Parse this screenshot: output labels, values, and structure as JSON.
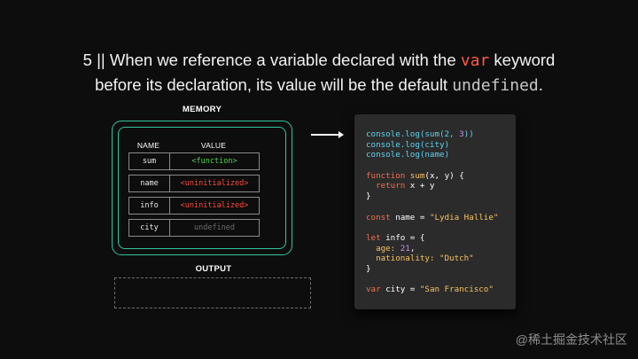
{
  "heading": {
    "line1_prefix": "5 || When we reference a variable declared with the ",
    "line1_keyword": "var",
    "line1_suffix": " keyword",
    "line2_prefix": "before its declaration, its value will be the default ",
    "line2_keyword": "undefined",
    "line2_suffix": "."
  },
  "memory": {
    "title": "MEMORY",
    "col_name": "NAME",
    "col_value": "VALUE",
    "rows": [
      {
        "name": "sum",
        "value": "<function>",
        "color": "#54d454"
      },
      {
        "name": "name",
        "value": "<uninitialized>",
        "color": "#ff4a3d"
      },
      {
        "name": "info",
        "value": "<uninitialized>",
        "color": "#ff4a3d"
      },
      {
        "name": "city",
        "value": "undefined",
        "color": "#6c6c6c"
      }
    ]
  },
  "output": {
    "title": "OUTPUT"
  },
  "code": {
    "lines": [
      [
        {
          "t": "console.log(sum(2, ",
          "c": "#5ed3ef"
        },
        {
          "t": "3",
          "c": "#c792ea"
        },
        {
          "t": "))",
          "c": "#5ed3ef"
        }
      ],
      [
        {
          "t": "console.log(city)",
          "c": "#5ed3ef"
        }
      ],
      [
        {
          "t": "console.log(name)",
          "c": "#5ed3ef"
        }
      ],
      [],
      [
        {
          "t": "function ",
          "c": "#f46e4b"
        },
        {
          "t": "sum",
          "c": "#f9c35f"
        },
        {
          "t": "(",
          "c": "#ffffff"
        },
        {
          "t": "x",
          "c": "#ffffff"
        },
        {
          "t": ", ",
          "c": "#ffffff"
        },
        {
          "t": "y",
          "c": "#ffffff"
        },
        {
          "t": ") {",
          "c": "#ffffff"
        }
      ],
      [
        {
          "t": "  return ",
          "c": "#f46e4b"
        },
        {
          "t": "x + y",
          "c": "#ffffff"
        }
      ],
      [
        {
          "t": "}",
          "c": "#ffffff"
        }
      ],
      [],
      [
        {
          "t": "const ",
          "c": "#f46e4b"
        },
        {
          "t": "name = ",
          "c": "#ffffff"
        },
        {
          "t": "\"Lydia Hallie\"",
          "c": "#f9c35f"
        }
      ],
      [],
      [
        {
          "t": "let ",
          "c": "#f46e4b"
        },
        {
          "t": "info = {",
          "c": "#ffffff"
        }
      ],
      [
        {
          "t": "  age: ",
          "c": "#f9c35f"
        },
        {
          "t": "21",
          "c": "#c792ea"
        },
        {
          "t": ",",
          "c": "#ffffff"
        }
      ],
      [
        {
          "t": "  nationality: ",
          "c": "#f9c35f"
        },
        {
          "t": "\"Dutch\"",
          "c": "#f9c35f"
        }
      ],
      [
        {
          "t": "}",
          "c": "#ffffff"
        }
      ],
      [],
      [
        {
          "t": "var ",
          "c": "#f46e4b"
        },
        {
          "t": "city = ",
          "c": "#ffffff"
        },
        {
          "t": "\"San Francisco\"",
          "c": "#f9c35f"
        }
      ]
    ]
  },
  "watermark": "@稀土掘金技术社区"
}
